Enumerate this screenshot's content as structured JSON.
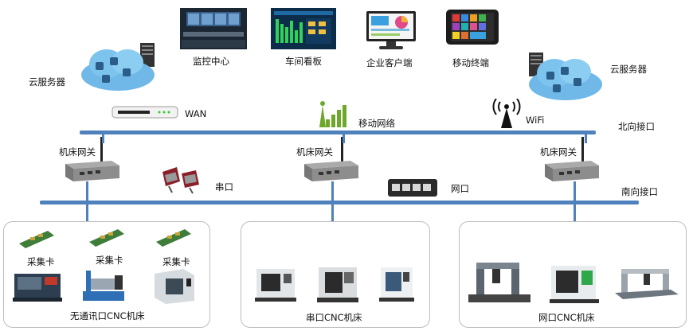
{
  "top_clients": {
    "monitor_center": "监控中心",
    "workshop_board": "车间看板",
    "enterprise_client": "企业客户端",
    "mobile_terminal": "移动终端"
  },
  "cloud_left": "云服务器",
  "cloud_right": "云服务器",
  "network": {
    "wan": "WAN",
    "mobile_network": "移动网络",
    "wifi": "WiFi",
    "northbound": "北向接口",
    "serial": "串口",
    "ethernet": "网口",
    "southbound": "南向接口"
  },
  "gateways": {
    "left": "机床网关",
    "middle": "机床网关",
    "right": "机床网关"
  },
  "acquisition_card": "采集卡",
  "groups": {
    "no_comm": "无通讯口CNC机床",
    "serial_cnc": "串口CNC机床",
    "ethernet_cnc": "网口CNC机床"
  },
  "colors": {
    "bus": "#4f81bd",
    "group_border": "#bdbdbd"
  }
}
